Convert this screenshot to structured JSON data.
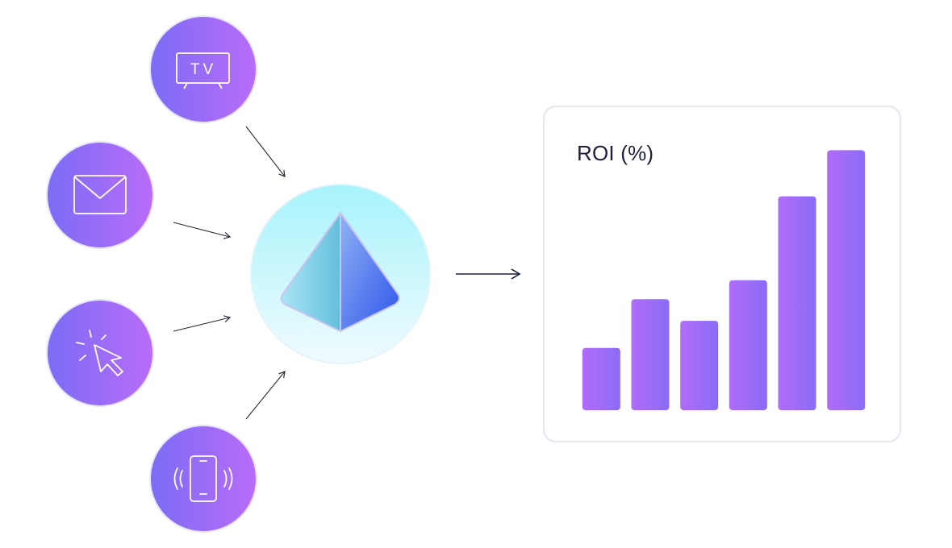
{
  "diagram": {
    "channels": [
      {
        "name": "tv",
        "icon": "tv-icon",
        "label": "TV"
      },
      {
        "name": "email",
        "icon": "envelope-icon"
      },
      {
        "name": "web",
        "icon": "cursor-click-icon"
      },
      {
        "name": "mobile",
        "icon": "vibrating-phone-icon"
      }
    ],
    "hub": {
      "icon": "pyramid-icon"
    },
    "colors": {
      "channel_gradient_start": "#7b6cf6",
      "channel_gradient_end": "#b96cf7",
      "hub_gradient_top": "#a7f3fb",
      "hub_gradient_bottom": "#f0fbfe",
      "arrow": "#2b2b3a"
    }
  },
  "chart_data": {
    "type": "bar",
    "title": "ROI (%)",
    "categories": [
      "",
      "",
      "",
      "",
      "",
      ""
    ],
    "values": [
      23,
      41,
      33,
      48,
      79,
      96
    ],
    "ylim": [
      0,
      100
    ],
    "grid": false,
    "bar_gradient": [
      "#b06cf7",
      "#8a6cf6"
    ]
  }
}
